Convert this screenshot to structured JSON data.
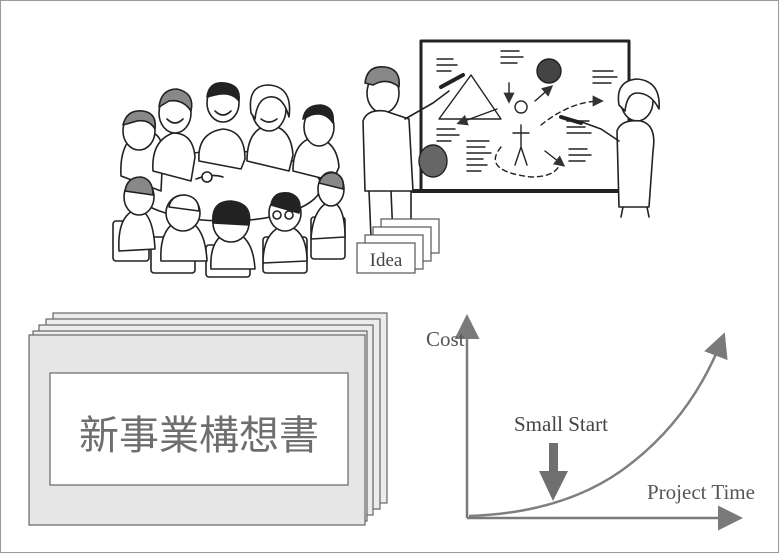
{
  "scene": {
    "meeting_illustration": "meeting-group",
    "whiteboard_illustration": "whiteboard-presentation"
  },
  "idea_cards": {
    "label": "Idea"
  },
  "document": {
    "title": "新事業構想書"
  },
  "chart_data": {
    "type": "line",
    "ylabel": "Cost",
    "xlabel": "Project Time",
    "annotation": "Small Start",
    "curve": "exponential growth",
    "colors": {
      "axis": "#7a7a7a",
      "curve": "#7f7f7f",
      "marker": "#6f6f6f"
    }
  },
  "colors": {
    "border": "#9a9a9a",
    "text_gray": "#6e6e6e",
    "doc_fill": "#e6e6e6"
  }
}
